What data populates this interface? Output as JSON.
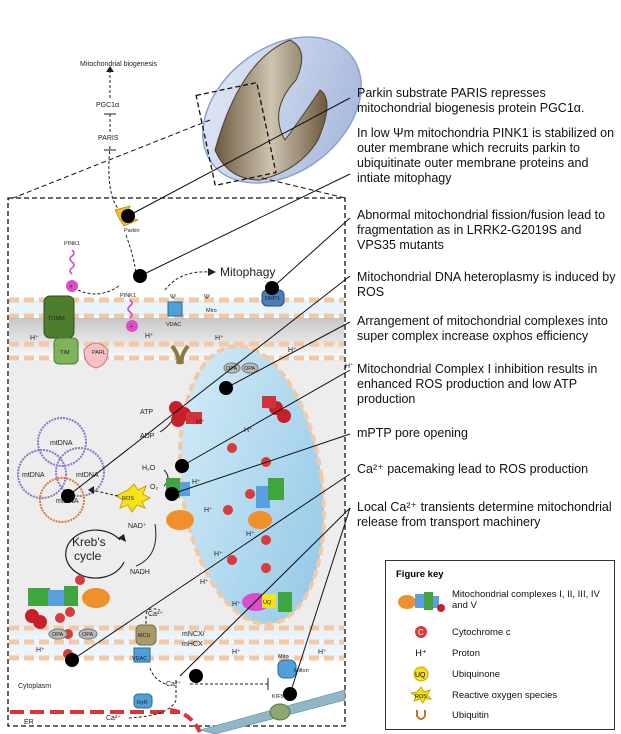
{
  "diagram": {
    "biogenesis": "Mitochondrial biogenesis",
    "pgc1a": "PGC1α",
    "paris": "PARIS",
    "parkin": "Parkin",
    "mitophagy": "Mitophagy",
    "pink1_top": "PINK1",
    "pink1_mid": "PINK1",
    "tomm": "TOMM",
    "tim": "TIM",
    "parl": "PARL",
    "vdac": "VDAC",
    "vdac_bottom": "VDAC",
    "miro": "Miro",
    "miro_bottom": "Miro",
    "drp1": "DRP1",
    "opa": "OPA",
    "atp": "ATP",
    "adp": "ADP",
    "mtdna": "mtDNA",
    "h2o": "H₂O",
    "o2": "O₂",
    "ros": "ROS",
    "nad": "NAD⁺",
    "nadh": "NADH",
    "krebs_1": "Kreb's",
    "krebs_2": "cycle",
    "ca2": "Ca²⁺",
    "mcu": "MCU",
    "mncx_1": "mNCX/",
    "mncx_2": "mHCX",
    "ryr": "RyR",
    "milton": "Milton",
    "kif5": "KIF5",
    "cytoplasm": "Cytoplasm",
    "er": "ER",
    "hplus": "H⁺",
    "cytc": "C",
    "uq": "UQ"
  },
  "annotations": [
    "Parkin substrate PARIS represses mitochondrial biogenesis protein PGC1α.",
    "In low Ψm mitochondria PINK1 is stabilized on outer membrane which recruits parkin to ubiquitinate outer membrane proteins  and intiate mitophagy",
    "Abnormal mitochondrial fission/fusion lead to fragmentation as in LRRK2-G2019S and VPS35 mutants",
    "Mitochondrial DNA heteroplasmy is induced by ROS",
    "Arrangement of mitochondrial complexes into super complex increase oxphos efficiency",
    "Mitochondrial Complex I inhibition results in enhanced ROS production and low ATP production",
    "mPTP pore opening",
    "Ca²⁺ pacemaking lead to ROS production",
    "Local Ca²⁺ transients determine mitochondrial release from transport machinery"
  ],
  "figure_key": {
    "title": "Figure key",
    "items": [
      {
        "icon": "complexes-icon",
        "label": "Mitochondrial complexes I, II, III, IV and V"
      },
      {
        "icon": "cytochrome-c-icon",
        "label": "Cytochrome c",
        "symbol": "C"
      },
      {
        "icon": "proton-icon",
        "label": "Proton",
        "symbol": "H⁺"
      },
      {
        "icon": "ubiquinone-icon",
        "label": "Ubiquinone",
        "symbol": "UQ"
      },
      {
        "icon": "ros-icon",
        "label": "Reactive oxygen species",
        "symbol": "ROS"
      },
      {
        "icon": "ubiquitin-icon",
        "label": "Ubiquitin"
      }
    ]
  },
  "colors": {
    "membrane": "#f3c9a5",
    "matrix": "#b8dcef",
    "intermembrane": "#ddeef7",
    "cytochrome": "#d93a3a",
    "complex_i": "#f0902a",
    "complex_ii": "#5aa0e0",
    "complex_iii": "#3fa63f",
    "complex_v": "#c8202a",
    "ubiquinone": "#f5e21a",
    "mitochondrion_outer": "#c8d4ec"
  }
}
